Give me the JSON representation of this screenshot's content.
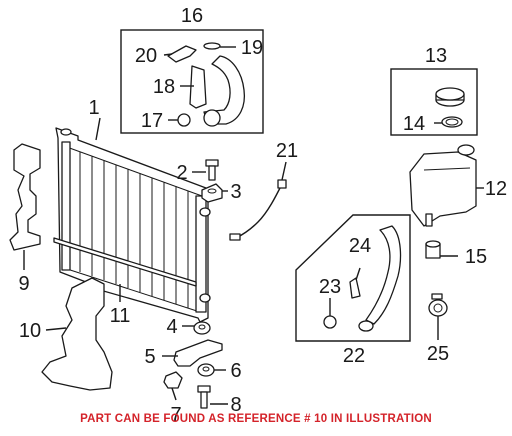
{
  "callouts": {
    "c1": "1",
    "c2": "2",
    "c3": "3",
    "c4": "4",
    "c5": "5",
    "c6": "6",
    "c7": "7",
    "c8": "8",
    "c9": "9",
    "c10": "10",
    "c11": "11",
    "c12": "12",
    "c13": "13",
    "c14": "14",
    "c15": "15",
    "c16": "16",
    "c17": "17",
    "c18": "18",
    "c19": "19",
    "c20": "20",
    "c21": "21",
    "c22": "22",
    "c23": "23",
    "c24": "24",
    "c25": "25"
  },
  "note": "PART CAN BE FOUND AS REFERENCE # 10 IN ILLUSTRATION",
  "colors": {
    "line": "#1a1a1a",
    "note": "#d4232a"
  }
}
